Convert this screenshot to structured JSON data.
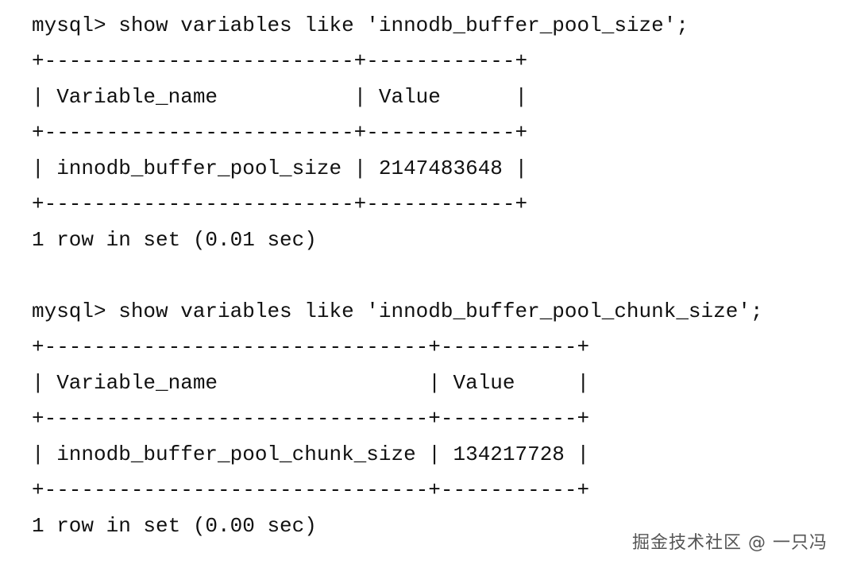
{
  "queries": [
    {
      "prompt": "mysql> show variables like 'innodb_buffer_pool_size';",
      "table_lines": [
        "+-------------------------+------------+",
        "| Variable_name           | Value      |",
        "+-------------------------+------------+",
        "| innodb_buffer_pool_size | 2147483648 |",
        "+-------------------------+------------+"
      ],
      "footer": "1 row in set (0.01 sec)"
    },
    {
      "prompt": "mysql> show variables like 'innodb_buffer_pool_chunk_size';",
      "table_lines": [
        "+-------------------------------+-----------+",
        "| Variable_name                 | Value     |",
        "+-------------------------------+-----------+",
        "| innodb_buffer_pool_chunk_size | 134217728 |",
        "+-------------------------------+-----------+"
      ],
      "footer": "1 row in set (0.00 sec)"
    }
  ],
  "watermark": "掘金技术社区 @ 一只冯"
}
